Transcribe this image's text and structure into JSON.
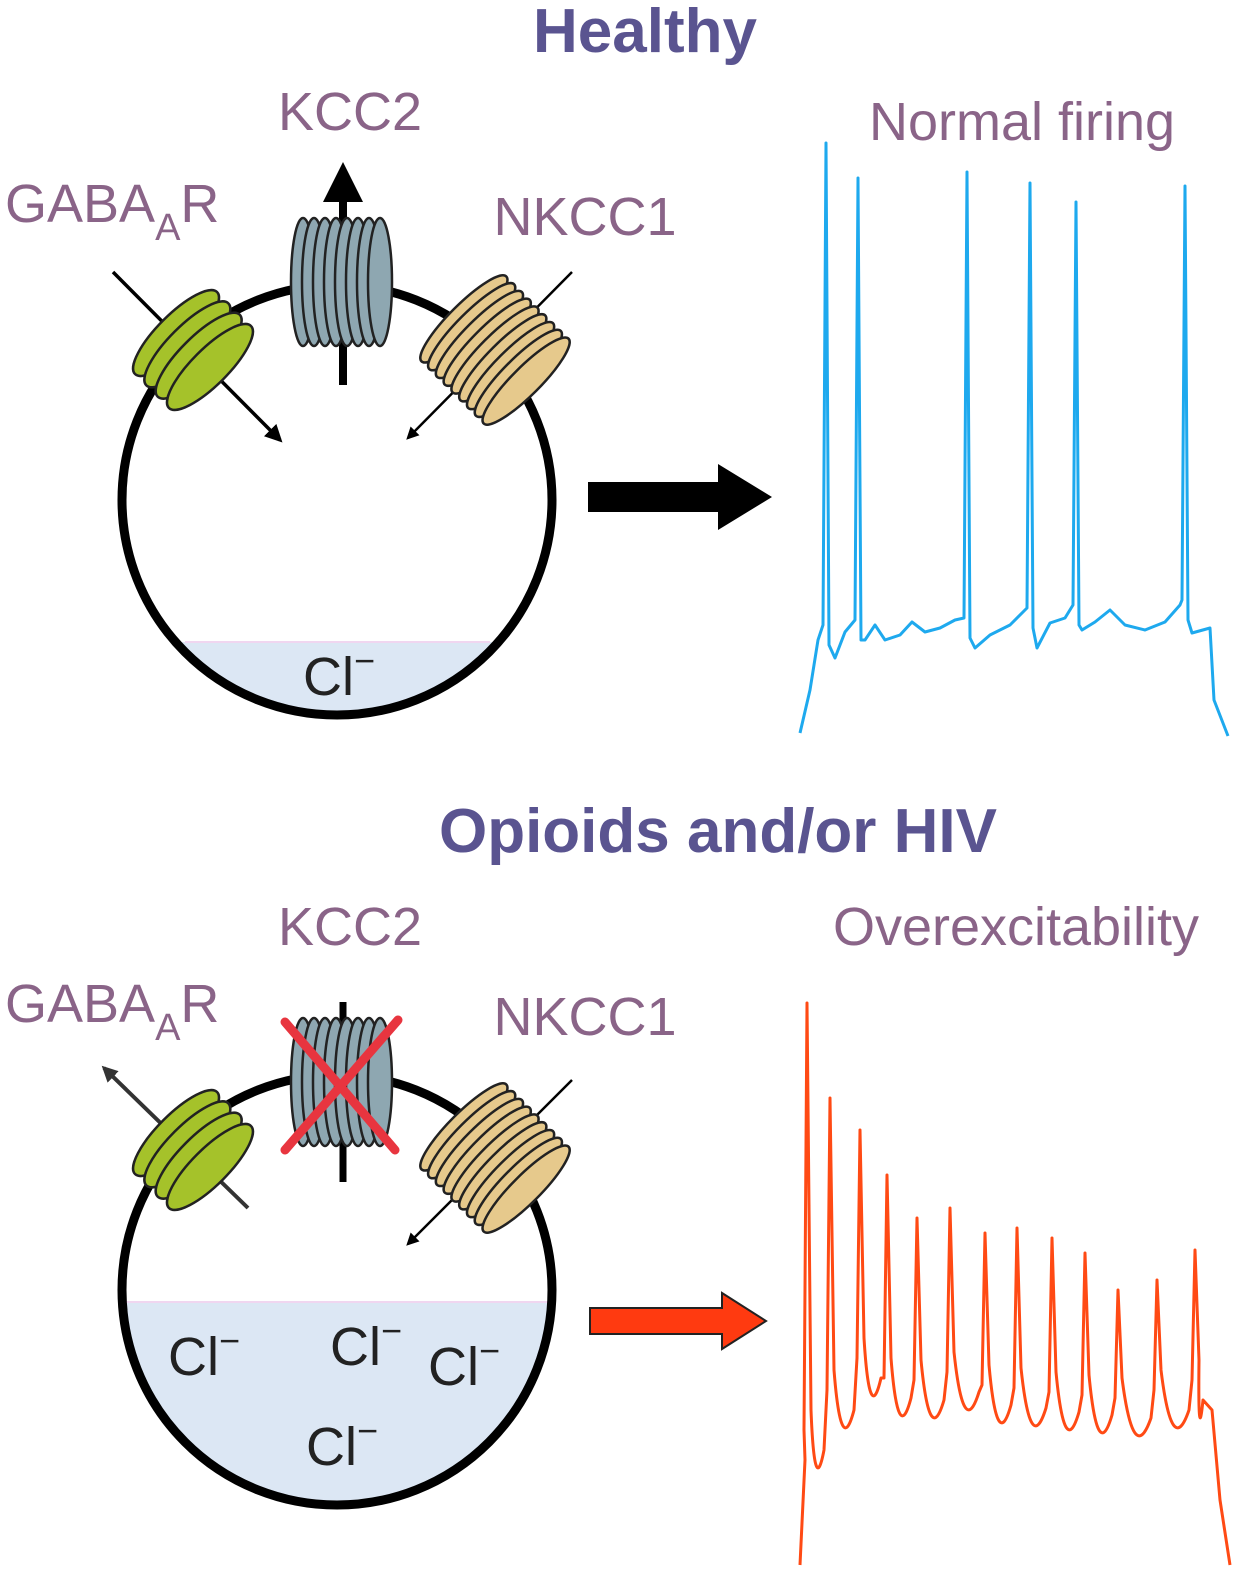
{
  "panels": [
    {
      "heading": "Healthy",
      "kcc2_label": "KCC2",
      "gabaar_label": "GABA",
      "gabaar_sub": "A",
      "gabaar_suffix": "R",
      "nkcc1_label": "NKCC1",
      "ion_label": "Cl",
      "ion_charge": "−",
      "trace_label": "Normal firing",
      "trace_color": "#1ea9ee",
      "arrow_color": "#000000"
    },
    {
      "heading": "Opioids and/or HIV",
      "kcc2_label": "KCC2",
      "gabaar_label": "GABA",
      "gabaar_sub": "A",
      "gabaar_suffix": "R",
      "nkcc1_label": "NKCC1",
      "ion_label": "Cl",
      "ion_charge": "−",
      "trace_label": "Overexcitability",
      "trace_color": "#ff4a14",
      "arrow_color": "#ff3a10"
    }
  ],
  "colors": {
    "gabaar": "#a5c22a",
    "kcc2": "#8ea7b1",
    "nkcc1": "#e6c98c",
    "cytoplasm_chloride": "#dce7f4",
    "block_cross": "#e8353f"
  },
  "icons": [
    "gabaar-channel-icon",
    "kcc2-transporter-icon",
    "nkcc1-transporter-icon",
    "block-cross-icon"
  ]
}
